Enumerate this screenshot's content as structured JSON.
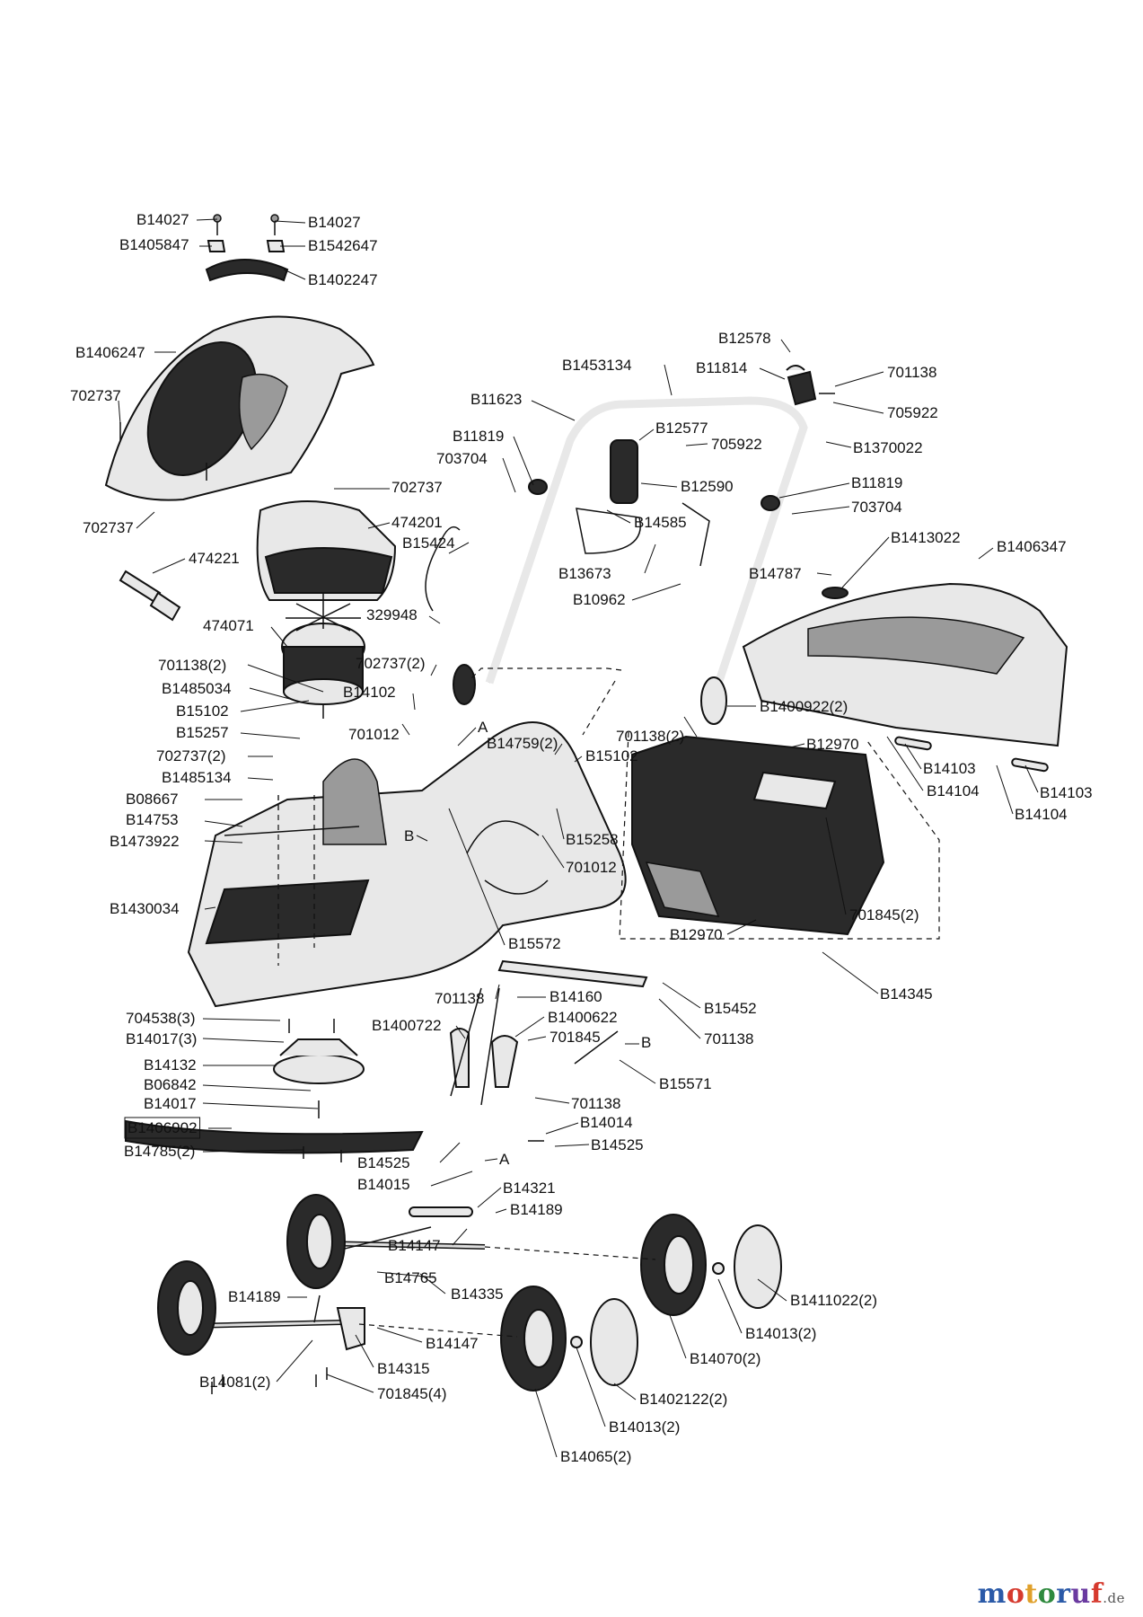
{
  "labels": [
    "B14027",
    "B14027",
    "B1405847",
    "B1542647",
    "B1402247",
    "B1406247",
    "702737",
    "702737",
    "702737",
    "474201",
    "B15424",
    "474221",
    "474071",
    "329948",
    "701138(2)",
    "702737(2)",
    "B1485034",
    "B14102",
    "B15102",
    "701012",
    "B15257",
    "702737(2)",
    "B1485134",
    "B08667",
    "B14753",
    "B1473922",
    "B1430034",
    "B15572",
    "A",
    "B14759(2)",
    "B15102",
    "B15258",
    "701012",
    "B",
    "B12578",
    "B1453134",
    "B11814",
    "701138",
    "705922",
    "B11623",
    "B12577",
    "B11819",
    "705922",
    "B1370022",
    "703704",
    "B12590",
    "B11819",
    "703704",
    "B14585",
    "B13673",
    "B10962",
    "B1413022",
    "B1406347",
    "B14787",
    "B1400922(2)",
    "701138(2)",
    "B12970",
    "B14103",
    "B14104",
    "B14103",
    "B14104",
    "701845(2)",
    "B12970",
    "B14345",
    "B15452",
    "701138",
    "701138",
    "B14160",
    "B1400722",
    "B1400622",
    "701845",
    "B",
    "B15571",
    "701138",
    "704538(3)",
    "B14017(3)",
    "B14132",
    "B06842",
    "B14017",
    "B1406902",
    "B14785(2)",
    "B14014",
    "B14525",
    "B14525",
    "B14015",
    "A",
    "B14321",
    "B14189",
    "B14147",
    "B14765",
    "B14335",
    "B14189",
    "B14147",
    "B14315",
    "B14081(2)",
    "701845(4)",
    "B1411022(2)",
    "B14013(2)",
    "B14070(2)",
    "B1402122(2)",
    "B14013(2)",
    "B14065(2)"
  ],
  "boxed_label_index": 79,
  "watermark": {
    "text": "motoruf",
    "suffix": ".de",
    "colors": [
      "#2b5aa8",
      "#d63a2e",
      "#e0a02a",
      "#2f8a3e",
      "#2b5aa8",
      "#6a3aa0",
      "#d63a2e"
    ]
  }
}
